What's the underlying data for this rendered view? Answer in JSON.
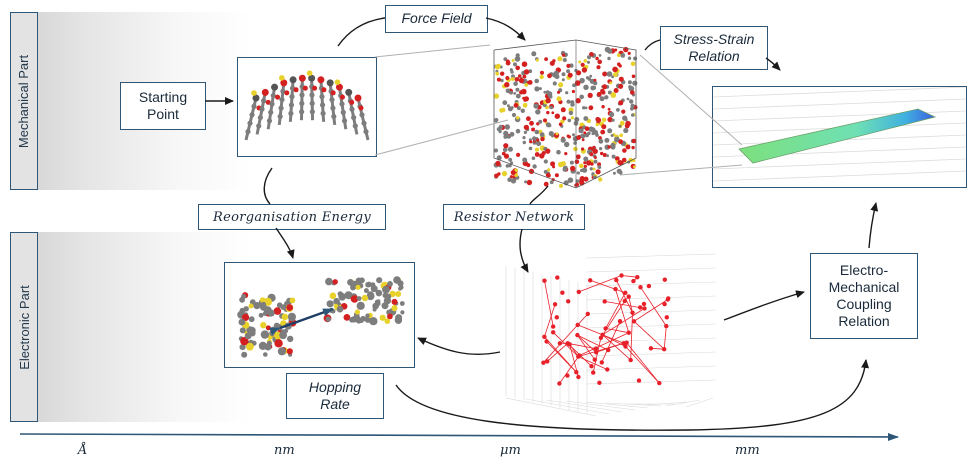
{
  "bands": {
    "mechanical": "Mechanical Part",
    "electronic": "Electronic Part"
  },
  "labels": {
    "starting_point": "Starting Point",
    "force_field": "Force Field",
    "stress_strain": "Stress-Strain Relation",
    "reorganisation": "Reorganisation Energy",
    "resistor_network": "Resistor Network",
    "hopping_rate": "Hopping Rate",
    "electro_mechanical": "Electro-Mechanical Coupling Relation"
  },
  "scale_axis": [
    "Å",
    "nm",
    "μm",
    "mm"
  ],
  "colors": {
    "frame": "#2d5677",
    "arrow": "#1a1a1a",
    "network": "#e8202a",
    "atom_gray": "#7d7d7d",
    "atom_yellow": "#e8d12a",
    "atom_red": "#d42020",
    "strip_green": "#7de07d",
    "strip_blue": "#3c5fe0"
  },
  "panels": {
    "molecule": "polymer-chain-image",
    "md_cube": "molecular-dynamics-box-image",
    "fem_strip": "finite-element-strip-image",
    "dimer": "molecule-pair-image",
    "network": "3d-resistor-network-image"
  }
}
